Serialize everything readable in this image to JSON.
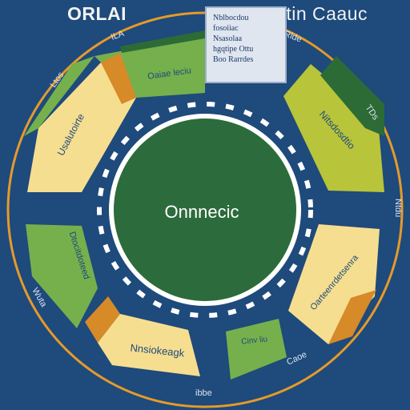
{
  "header": {
    "title_left": "ORLAI",
    "title_right": "Gmntin Caauc"
  },
  "note_card": {
    "lines": [
      "Nblbocdou",
      "fosoiiac",
      "Nsasolaa",
      "hgqtipe Ottu",
      "Boo Rarrdes"
    ]
  },
  "center": {
    "label": "Onnnecic"
  },
  "segments": [
    {
      "id": "seg-green-top",
      "label": "Oaiae leciu"
    },
    {
      "id": "seg-yellow-upper-right",
      "label": "Nitsdosdtio"
    },
    {
      "id": "seg-yellow-right",
      "label": "Oarteenrdetsenra"
    },
    {
      "id": "seg-green-bottom",
      "label": "Cinv liu"
    },
    {
      "id": "seg-yellow-bottom",
      "label": "Nnsiokeagk"
    },
    {
      "id": "seg-green-left",
      "label": "Dtocitdoteed"
    },
    {
      "id": "seg-yellow-left",
      "label": "Usalutoirte"
    }
  ],
  "outer_labels": [
    "Ltos",
    "ILA",
    "ORlde",
    "TDs",
    "Ntdu",
    "Caoe",
    "ibbe",
    "Wuta"
  ],
  "colors": {
    "background": "#1e4a7c",
    "center": "#2c6b3c",
    "green_segment": "#76b04c",
    "yellow_segment": "#f6de90",
    "olive_segment": "#b8c43a",
    "orange_accent": "#d68a28"
  }
}
